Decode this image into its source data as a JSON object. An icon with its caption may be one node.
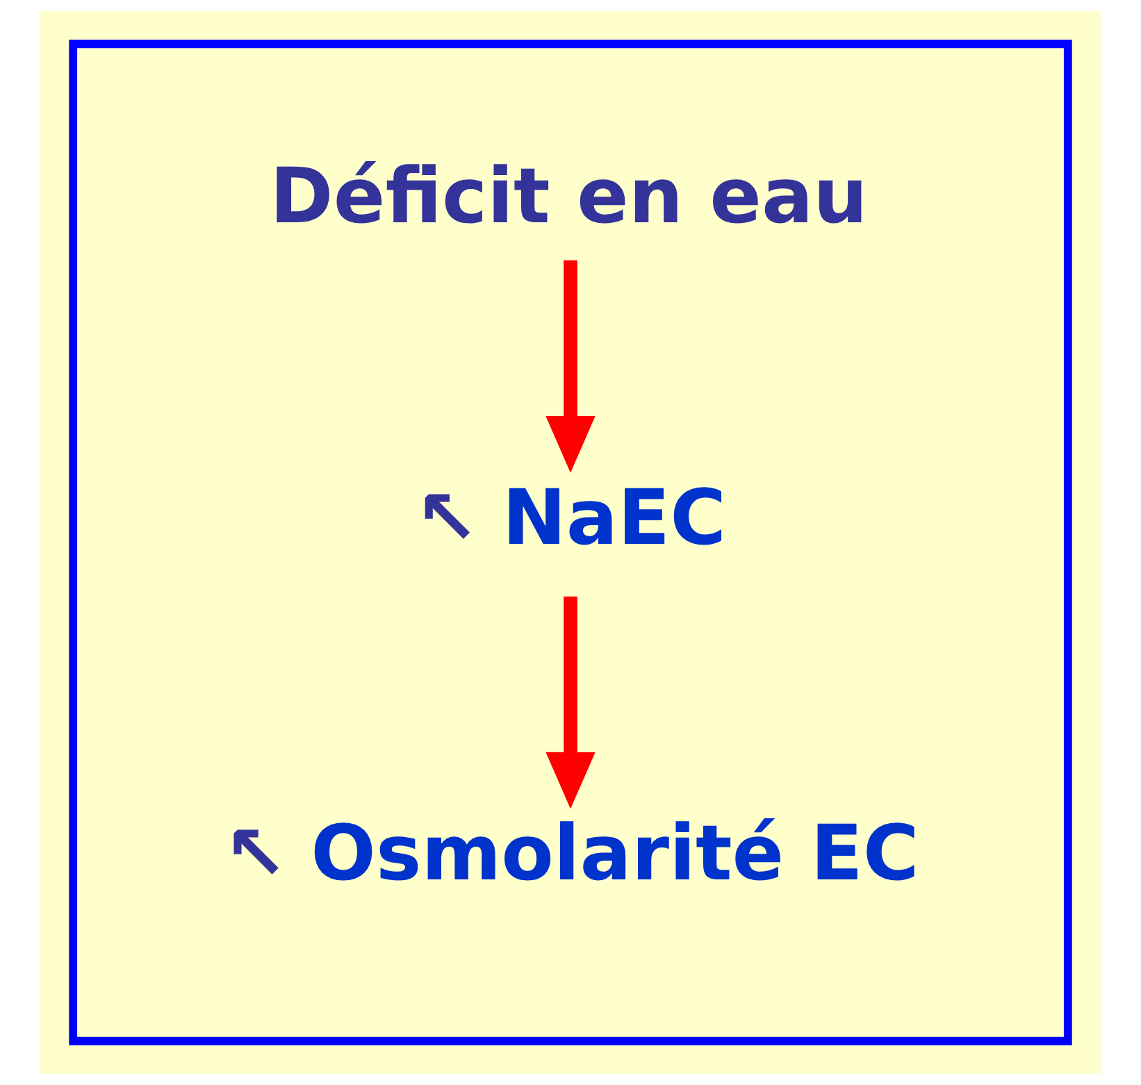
{
  "diagram": {
    "nodes": [
      {
        "text": [],
        "shape": "box"
      },
      {
        "text": [
          "Déficit en eau"
        ],
        "in": 0
      },
      {
        "text": [
          "↖",
          "NaEC"
        ],
        "in": 0
      },
      {
        "text": [
          "↖",
          "Osmolarité EC"
        ],
        "in": 0
      }
    ],
    "edges": [
      {
        "from": 1,
        "to": 2,
        "arrow": "to"
      },
      {
        "from": 2,
        "to": 3,
        "arrow": "to"
      }
    ]
  }
}
